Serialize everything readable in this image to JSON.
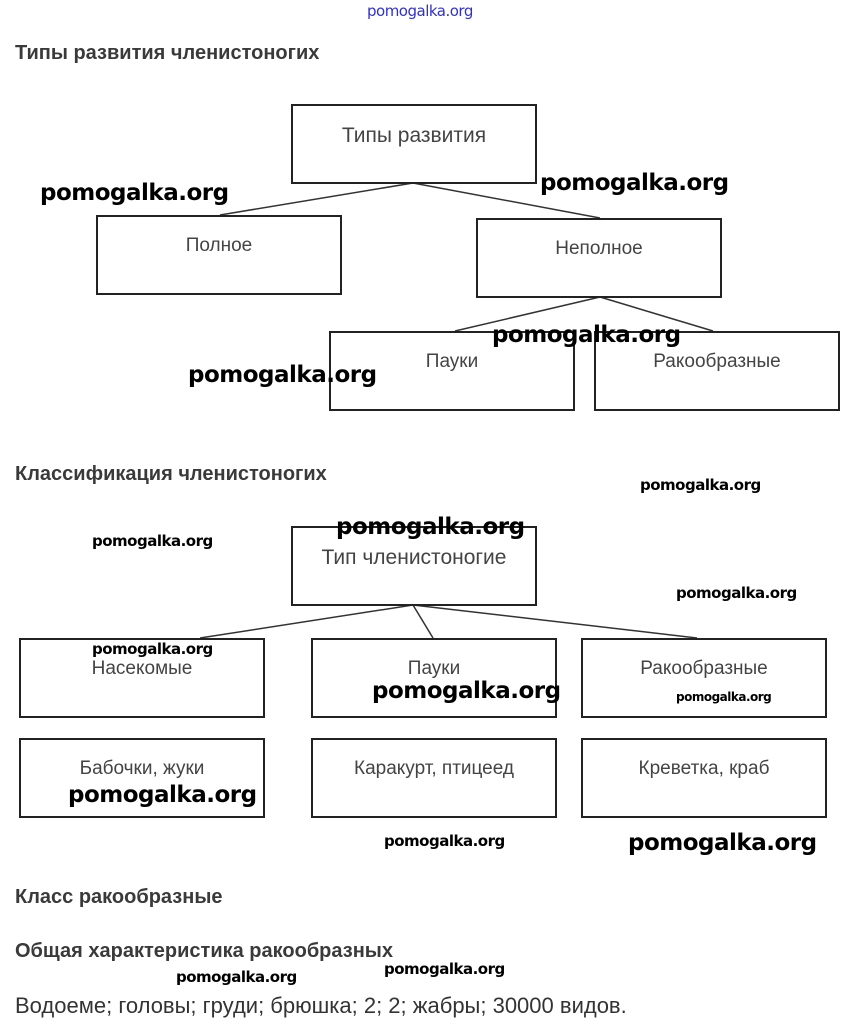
{
  "watermark": "pomogalka.org",
  "section1": {
    "heading": "Типы развития членистоногих",
    "root": "Типы развития",
    "nodes": [
      "Полное",
      "Неполное",
      "Пауки",
      "Ракообразные"
    ]
  },
  "section2": {
    "heading": "Классификация членистоногих",
    "root": "Тип членистоногие",
    "classes": [
      "Насекомые",
      "Пауки",
      "Ракообразные"
    ],
    "examples": [
      "Бабочки, жуки",
      "Каракурт, птицеед",
      "Креветка, краб"
    ]
  },
  "section3": {
    "heading": "Класс ракообразные",
    "subheading": "Общая характеристика ракообразных",
    "answer": "Водоеме; головы; груди; брюшка; 2; 2; жабры; 30000 видов."
  }
}
